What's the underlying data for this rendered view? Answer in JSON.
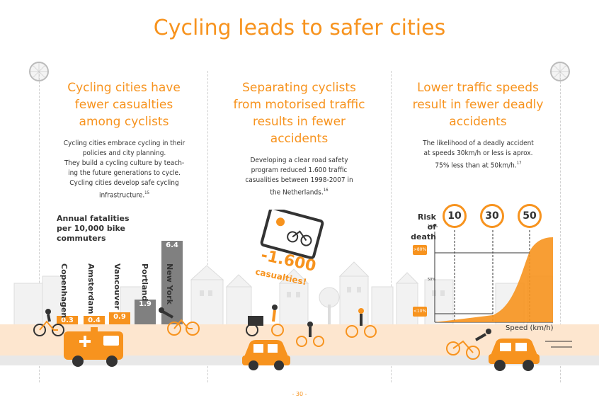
{
  "title": "Cycling leads to safer cities",
  "columns": [
    {
      "heading": [
        "Cycling cities have",
        "fewer casualties",
        "among cyclists"
      ],
      "text": [
        "Cycling cities embrace cycling in their",
        "policies and city planning.",
        "They build a cycling culture by teach-",
        "ing the future generations to cycle.",
        "Cycling cities develop safe cycling",
        "infrastructure."
      ],
      "ref": "15"
    },
    {
      "heading": [
        "Separating cyclists",
        "from motorised traffic",
        "results in fewer",
        "accidents"
      ],
      "text": [
        "Developing a clear road safety",
        "program reduced 1.600 traffic",
        "casualities between 1998-2007 in",
        "the Netherlands."
      ],
      "ref": "16"
    },
    {
      "heading": [
        "Lower traffic speeds",
        "result in fewer deadly",
        "accidents"
      ],
      "text": [
        "The likelihood of a deadly accident",
        "at speeds 30km/h or less is aprox.",
        "75% less than at 50km/h."
      ],
      "ref": "17"
    }
  ],
  "fatalities": {
    "label": [
      "Annual fatalities",
      "per 10,000 bike",
      "commuters"
    ],
    "cities": [
      {
        "name": "Copenhagen",
        "value": "0.3",
        "num": 0.3,
        "color": "#f7931e"
      },
      {
        "name": "Amsterdam",
        "value": "0.4",
        "num": 0.4,
        "color": "#f7931e"
      },
      {
        "name": "Vancouver",
        "value": "0.9",
        "num": 0.9,
        "color": "#f7931e"
      },
      {
        "name": "Portland",
        "value": "1.9",
        "num": 1.9,
        "color": "#808080"
      },
      {
        "name": "New York",
        "value": "6.4",
        "num": 6.4,
        "color": "#808080"
      }
    ]
  },
  "casualties_badge": {
    "number": "-1.600",
    "word": "casualties!"
  },
  "risk_chart": {
    "ylabel": [
      "Risk of",
      "death"
    ],
    "xlabel": "Speed (km/h)",
    "ticks": [
      "100%",
      "50%"
    ],
    "markers": [
      ">80%",
      "<10%"
    ],
    "speed_signs": [
      "10",
      "30",
      "50"
    ]
  },
  "footer": "- 30 -",
  "colors": {
    "accent": "#f7931e",
    "grey": "#808080",
    "road": "#fde6cf"
  }
}
